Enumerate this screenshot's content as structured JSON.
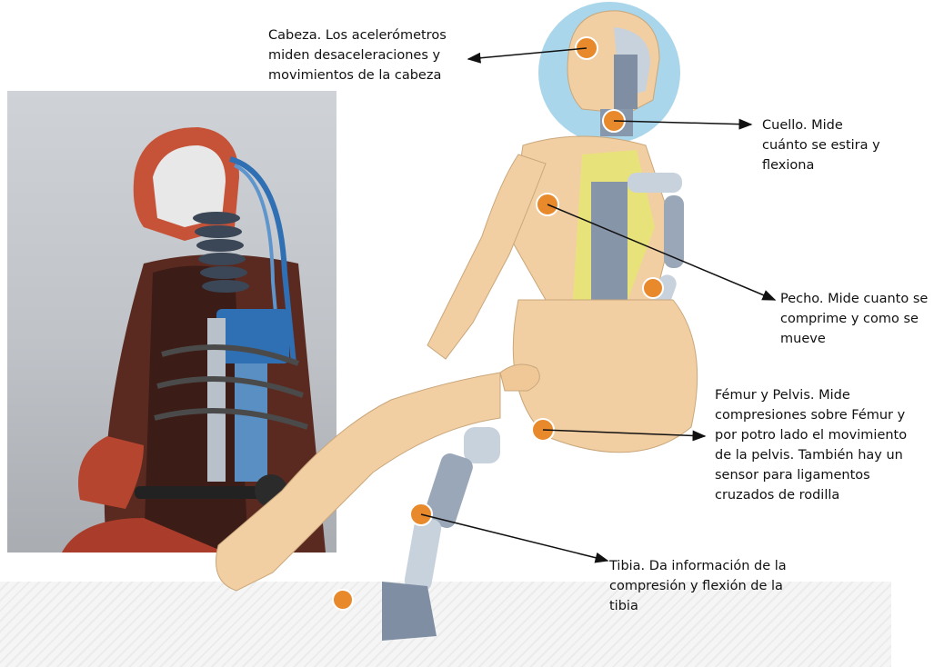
{
  "labels": {
    "head": "Cabeza. Los acelerómetros\nmiden desaceleraciones y\nmovimientos de la cabeza",
    "neck": "Cuello. Mide\ncuánto se estira y\nflexiona",
    "chest": "Pecho. Mide cuanto se\ncomprime y como se\nmueve",
    "femur": "Fémur y Pelvis. Mide\ncompresiones sobre Fémur y\npor potro lado el movimiento\nde la pelvis. También hay un\nsensor para ligamentos\ncruzados de rodilla",
    "tibia": "Tibia. Da información de la\ncompresión y flexión de la\ntibia"
  },
  "colors": {
    "skin": "#f2cfa3",
    "sensor": "#e8892b",
    "head_halo": "#a9d6ea",
    "vest": "#e7e37a",
    "metal": "#9aa7b8",
    "photo_red": "#b5452f",
    "photo_blue": "#2f6fb3"
  }
}
